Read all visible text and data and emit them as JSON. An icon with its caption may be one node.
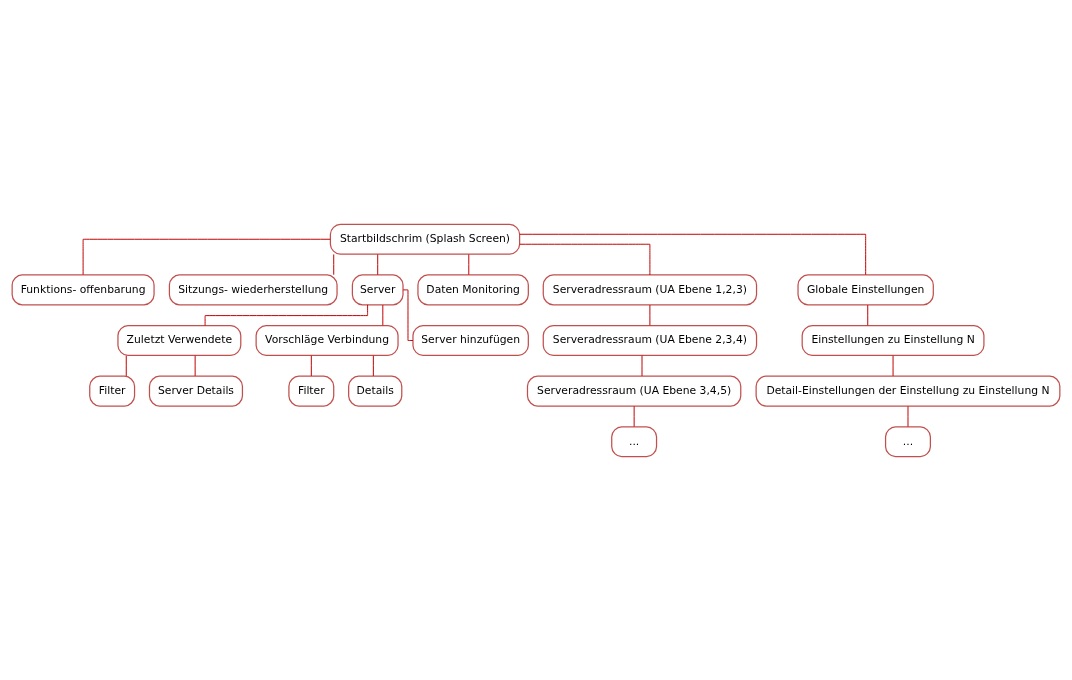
{
  "diagram": {
    "nodes": [
      {
        "text": [
          "Startbildschrim (Splash Screen)"
        ]
      },
      {
        "text": [
          "Funktions- offenbarung"
        ]
      },
      {
        "text": [
          "Sitzungs- wiederherstellung"
        ]
      },
      {
        "text": [
          "Server"
        ]
      },
      {
        "text": [
          "Daten Monitoring"
        ]
      },
      {
        "text": [
          "Serveradressraum (UA Ebene 1,2,3)"
        ]
      },
      {
        "text": [
          "Globale Einstellungen"
        ]
      },
      {
        "text": [
          "Zuletzt Verwendete"
        ]
      },
      {
        "text": [
          "Filter"
        ]
      },
      {
        "text": [
          "Server Details"
        ]
      },
      {
        "text": [
          "Vorschläge Verbindung"
        ]
      },
      {
        "text": [
          "Filter"
        ]
      },
      {
        "text": [
          "Details"
        ]
      },
      {
        "text": [
          "Server hinzufügen"
        ]
      },
      {
        "text": [
          "Serveradressraum (UA Ebene 2,3,4)"
        ]
      },
      {
        "text": [
          "Serveradressraum (UA Ebene 3,4,5)"
        ]
      },
      {
        "text": [
          "..."
        ]
      },
      {
        "text": [
          "Einstellungen zu Einstellung N"
        ]
      },
      {
        "text": [
          "Detail-Einstellungen der Einstellung zu Einstellung N"
        ]
      },
      {
        "text": [
          "..."
        ]
      }
    ],
    "edges": [
      {
        "from": 0,
        "to": 1,
        "arrow": "none"
      },
      {
        "from": 0,
        "to": 2,
        "arrow": "none"
      },
      {
        "from": 0,
        "to": 3,
        "arrow": "none"
      },
      {
        "from": 0,
        "to": 4,
        "arrow": "none"
      },
      {
        "from": 0,
        "to": 5,
        "arrow": "none"
      },
      {
        "from": 0,
        "to": 6,
        "arrow": "none"
      },
      {
        "from": 3,
        "to": 7,
        "arrow": "none"
      },
      {
        "from": 7,
        "to": 8,
        "arrow": "none"
      },
      {
        "from": 7,
        "to": 9,
        "arrow": "none"
      },
      {
        "from": 3,
        "to": 10,
        "arrow": "none"
      },
      {
        "from": 10,
        "to": 11,
        "arrow": "none"
      },
      {
        "from": 10,
        "to": 12,
        "arrow": "none"
      },
      {
        "from": 3,
        "to": 13,
        "arrow": "none"
      },
      {
        "from": 5,
        "to": 14,
        "arrow": "none"
      },
      {
        "from": 14,
        "to": 15,
        "arrow": "none"
      },
      {
        "from": 15,
        "to": 16,
        "arrow": "none"
      },
      {
        "from": 6,
        "to": 17,
        "arrow": "none"
      },
      {
        "from": 17,
        "to": 18,
        "arrow": "none"
      },
      {
        "from": 18,
        "to": 19,
        "arrow": "none"
      }
    ]
  }
}
